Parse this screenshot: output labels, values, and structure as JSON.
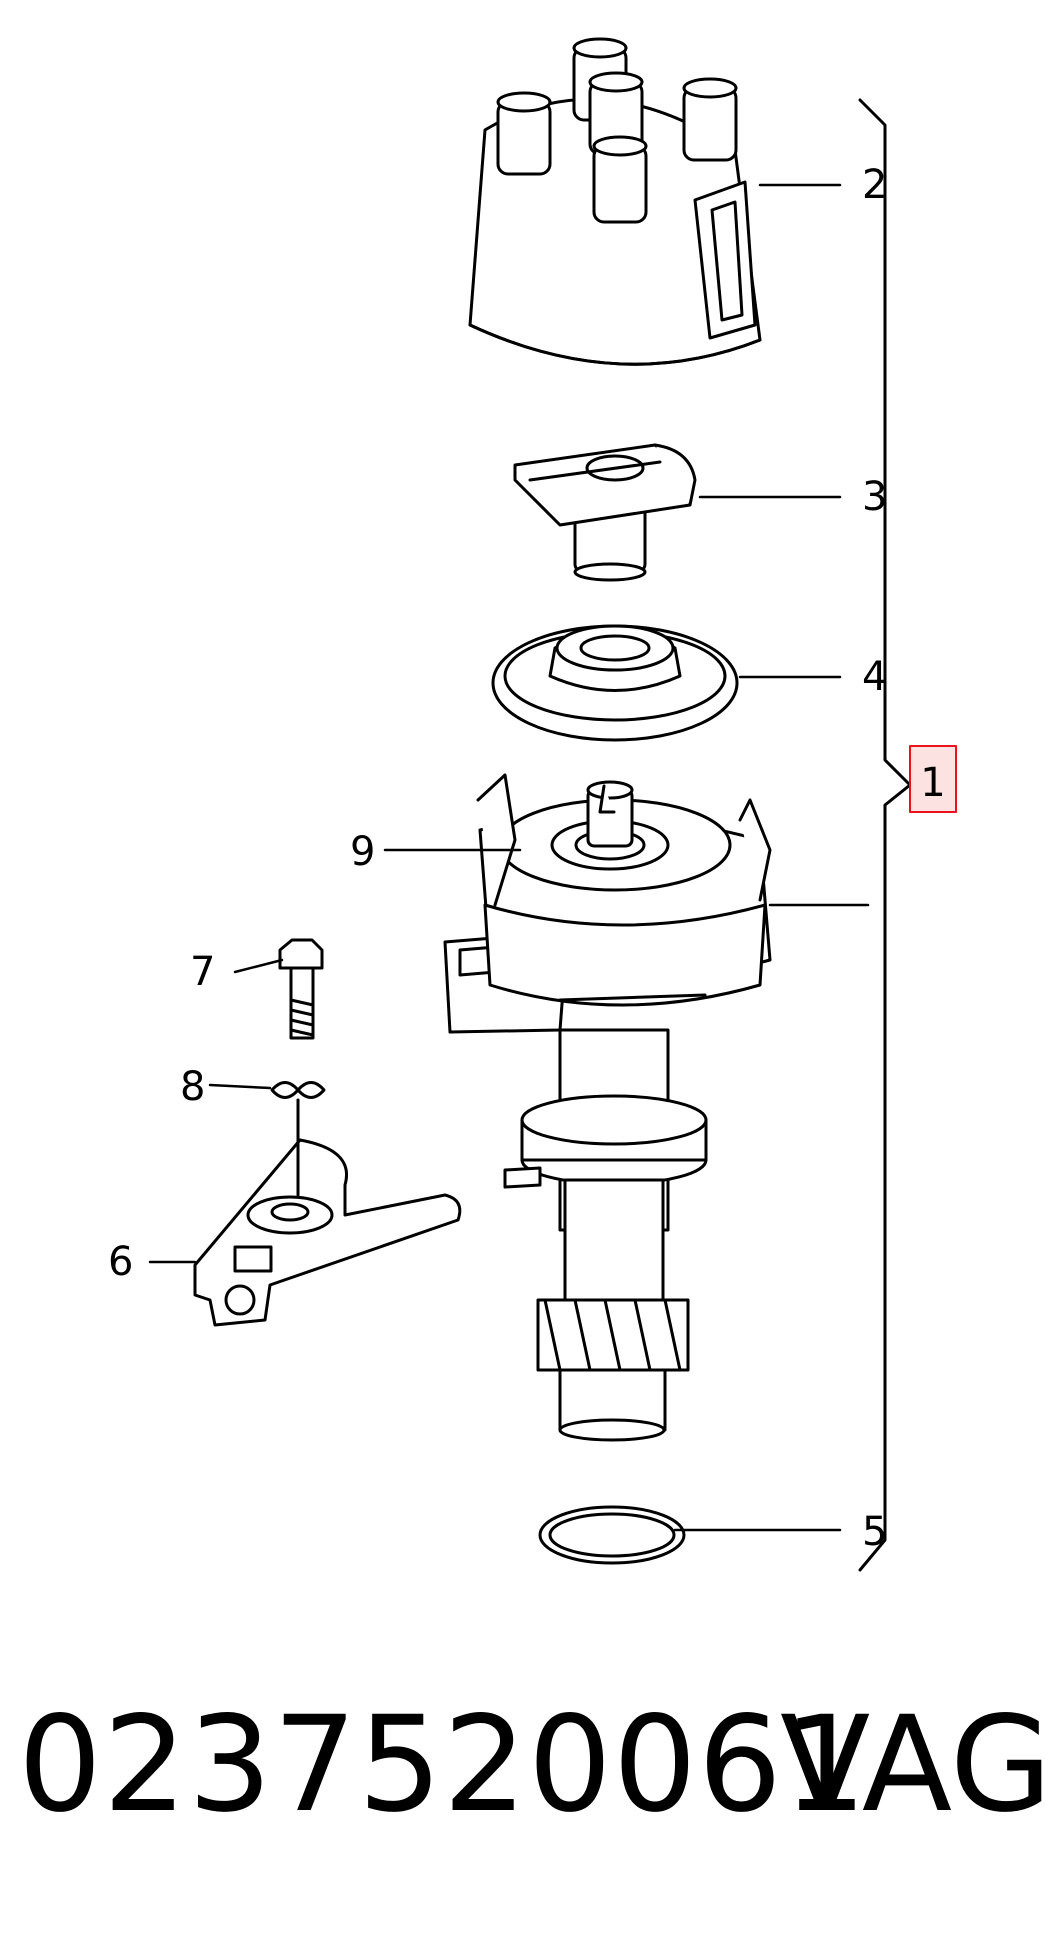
{
  "callouts": {
    "c1": "1",
    "c2": "2",
    "c3": "3",
    "c4": "4",
    "c5": "5",
    "c6": "6",
    "c7": "7",
    "c8": "8",
    "c9": "9"
  },
  "colors": {
    "line": "#000000",
    "highlight_stroke": "#e8131b",
    "highlight_fill": "#fde2e2"
  },
  "footer": {
    "part_number": "0237520061",
    "brand": "VAG"
  }
}
